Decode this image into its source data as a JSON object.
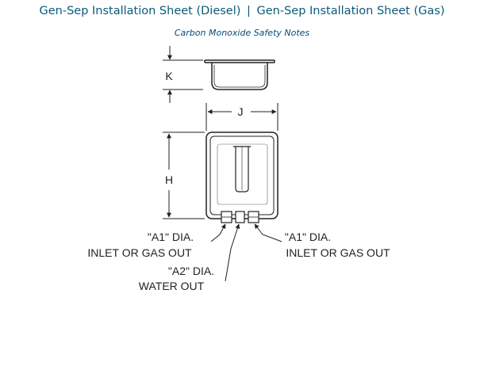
{
  "header": {
    "link_diesel": "Gen-Sep Installation Sheet (Diesel)",
    "separator": "|",
    "link_gas": "Gen-Sep Installation Sheet (Gas)"
  },
  "subtitle": {
    "link_co": "Carbon Monoxide Safety Notes"
  },
  "diagram": {
    "dim_k": "K",
    "dim_j": "J",
    "dim_h": "H",
    "label_a1_left_line1": "\"A1\" DIA.",
    "label_a1_left_line2": "INLET OR GAS OUT",
    "label_a2_line1": "\"A2\" DIA.",
    "label_a2_line2": "WATER OUT",
    "label_a1_right_line1": "\"A1\" DIA.",
    "label_a1_right_line2": "INLET OR GAS OUT"
  }
}
